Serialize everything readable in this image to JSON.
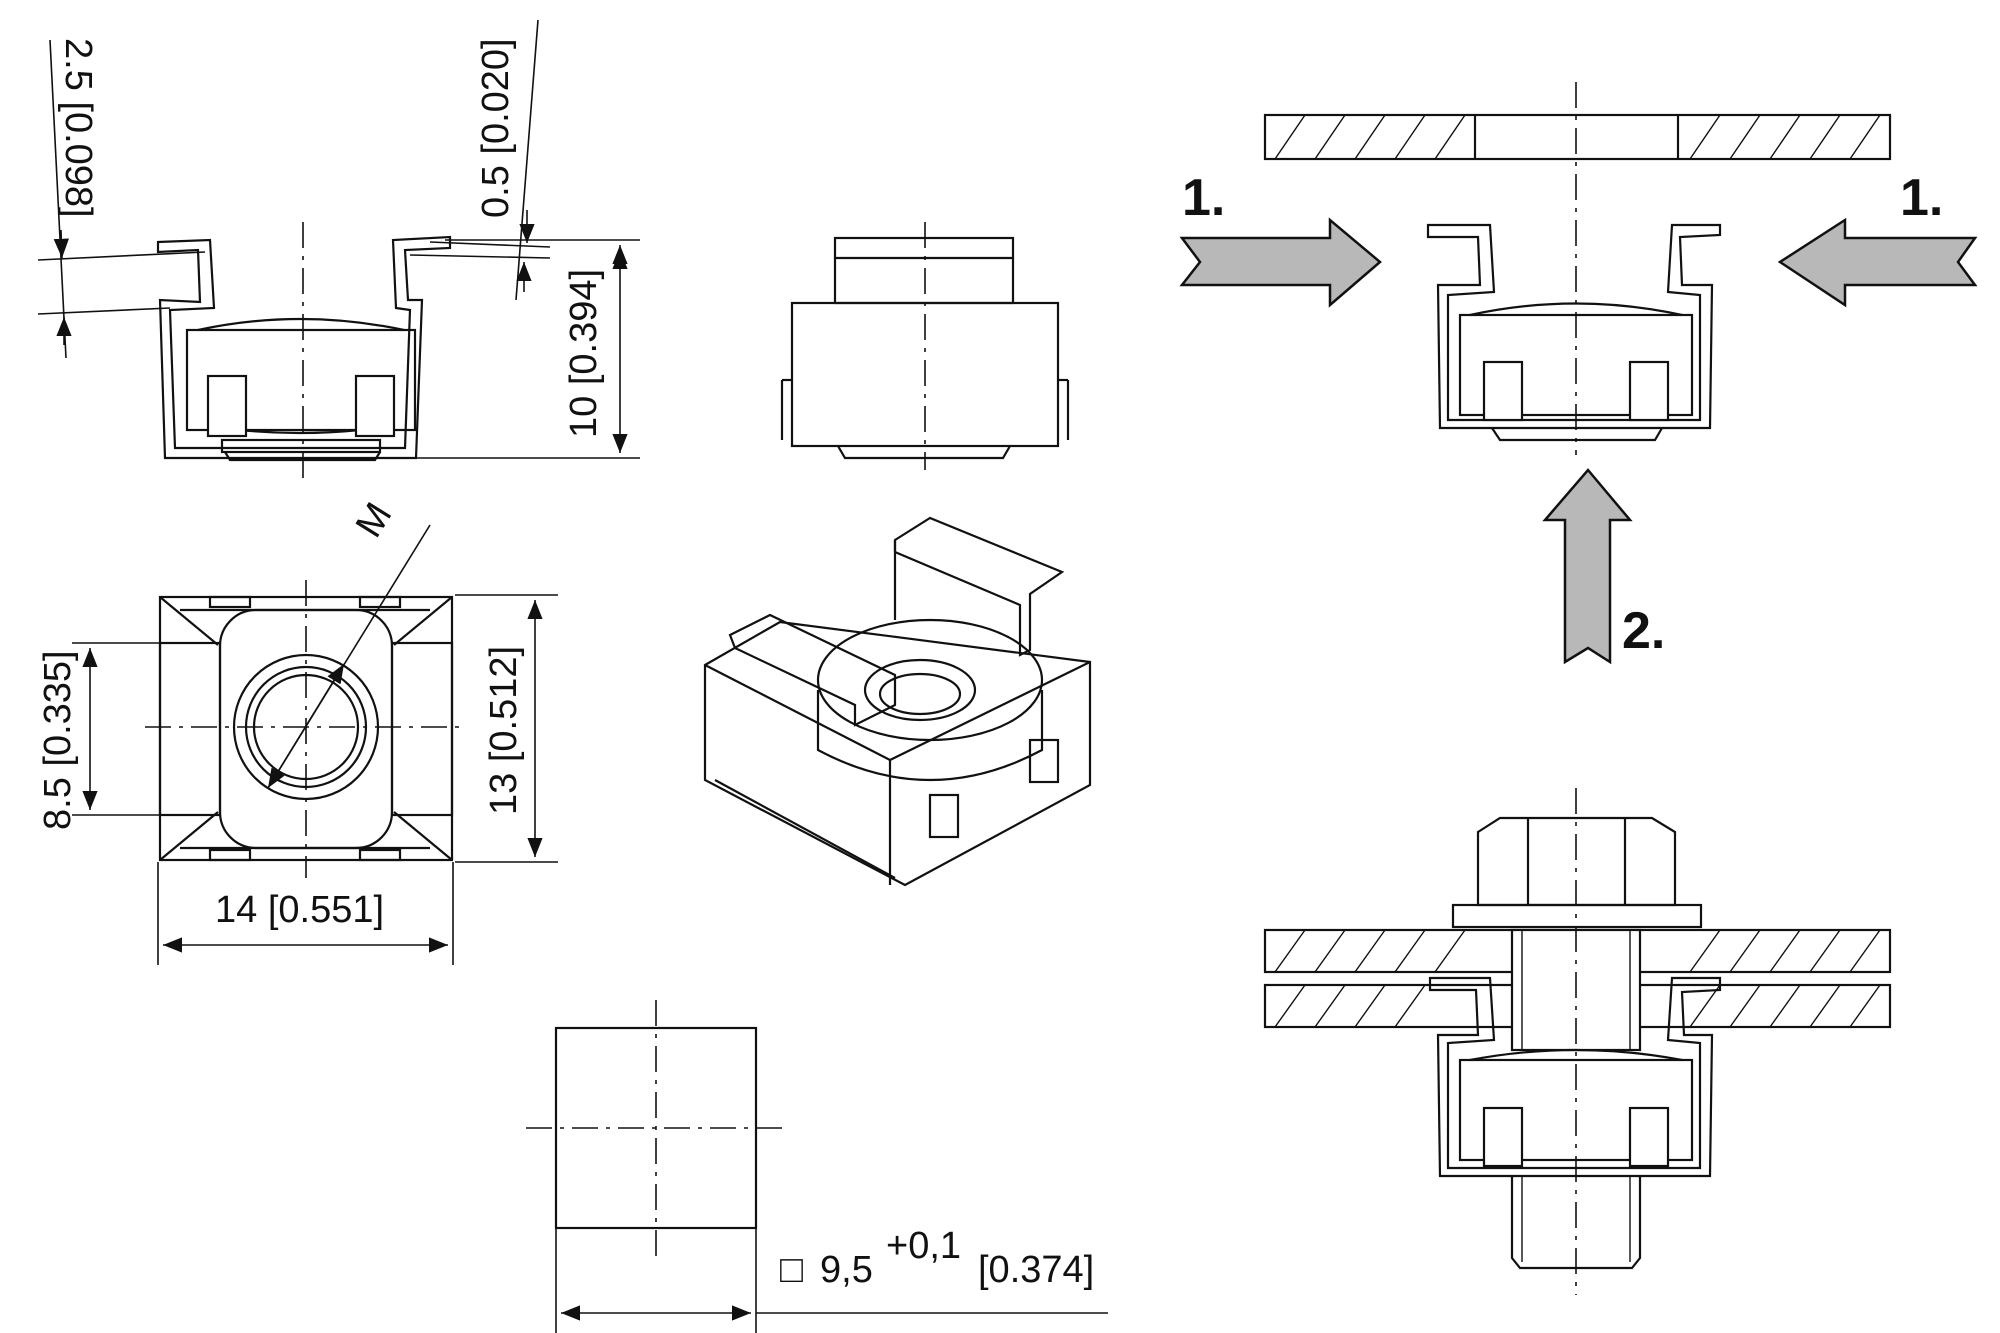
{
  "dimensions": {
    "d_2_5": "2.5 [0.098]",
    "d_0_5": "0.5 [0.020]",
    "d_10": "10 [0.394]",
    "d_m": "M",
    "d_8_5": "8.5 [0.335]",
    "d_13": "13 [0.512]",
    "d_14": "14 [0.551]",
    "d_9_5_box": "□",
    "d_9_5_value": "9,5",
    "d_9_5_tol": "+0,1",
    "d_9_5_inch": "[0.374]"
  },
  "steps": {
    "step1_left": "1.",
    "step1_right": "1.",
    "step2": "2."
  },
  "colors": {
    "line": "#111111",
    "arrow_fill": "#b8b8b8",
    "background": "#ffffff"
  }
}
